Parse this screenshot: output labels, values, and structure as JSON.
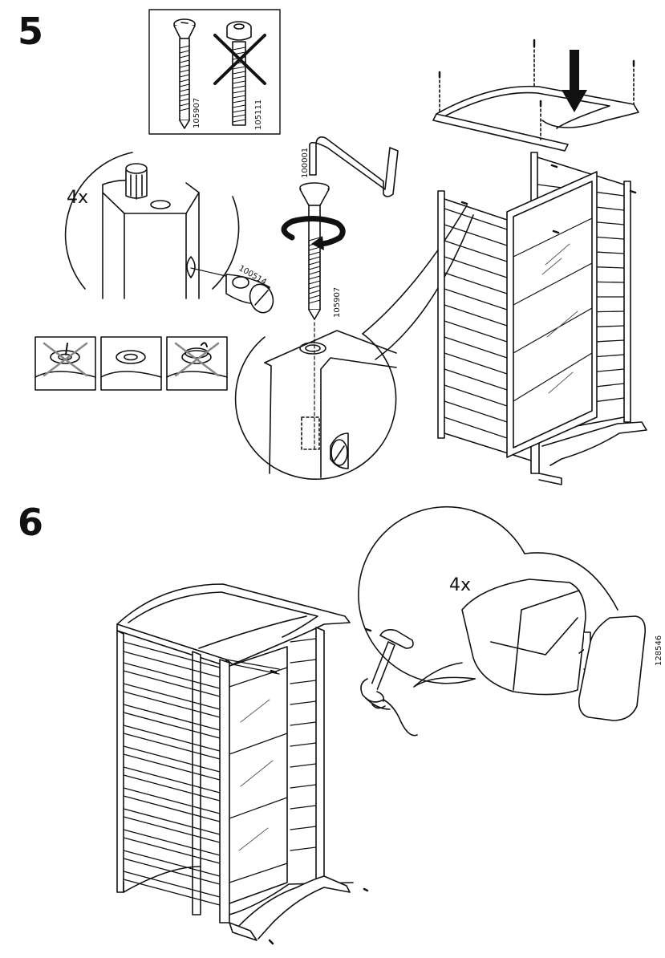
{
  "steps": {
    "five": "5",
    "six": "6"
  },
  "step5": {
    "compare": {
      "correct_part": "105907",
      "wrong_part": "105111"
    },
    "detail": {
      "quantity": "4x",
      "dowel_part": "100514"
    },
    "tool_part": "100001",
    "bolt_part": "105907"
  },
  "step6": {
    "quantity": "4x",
    "nail_part": "128546"
  },
  "icons": {
    "cross": "wrong-part-cross-icon",
    "arrow": "press-down-arrow-icon",
    "rotate": "rotate-arrow-icon"
  }
}
